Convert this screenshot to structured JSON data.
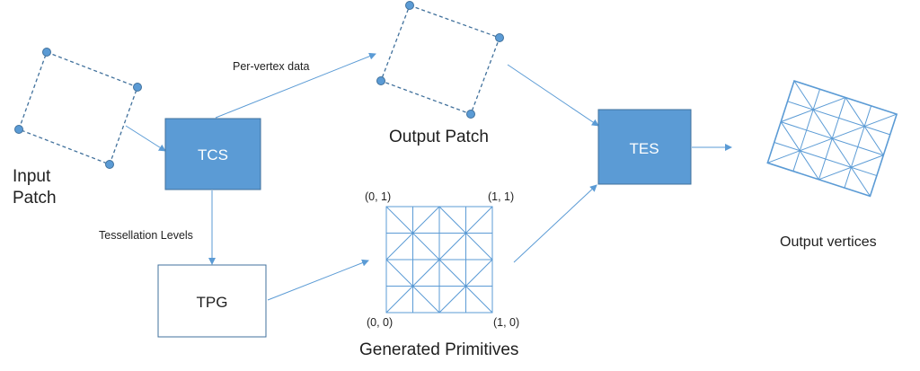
{
  "labels": {
    "input_patch_line1": "Input",
    "input_patch_line2": "Patch",
    "per_vertex_data": "Per-vertex data",
    "output_patch": "Output Patch",
    "tessellation_levels": "Tessellation Levels",
    "generated_primitives": "Generated Primitives",
    "output_vertices": "Output vertices"
  },
  "boxes": {
    "tcs": "TCS",
    "tpg": "TPG",
    "tes": "TES"
  },
  "corners": {
    "top_left": "(0, 1)",
    "top_right": "(1, 1)",
    "bottom_left": "(0, 0)",
    "bottom_right": "(1, 0)"
  },
  "colors": {
    "accent": "#5b9bd5",
    "accent_dark": "#41719c",
    "box_text_light": "#ffffff",
    "box_text_dark": "#1f1f1f"
  }
}
